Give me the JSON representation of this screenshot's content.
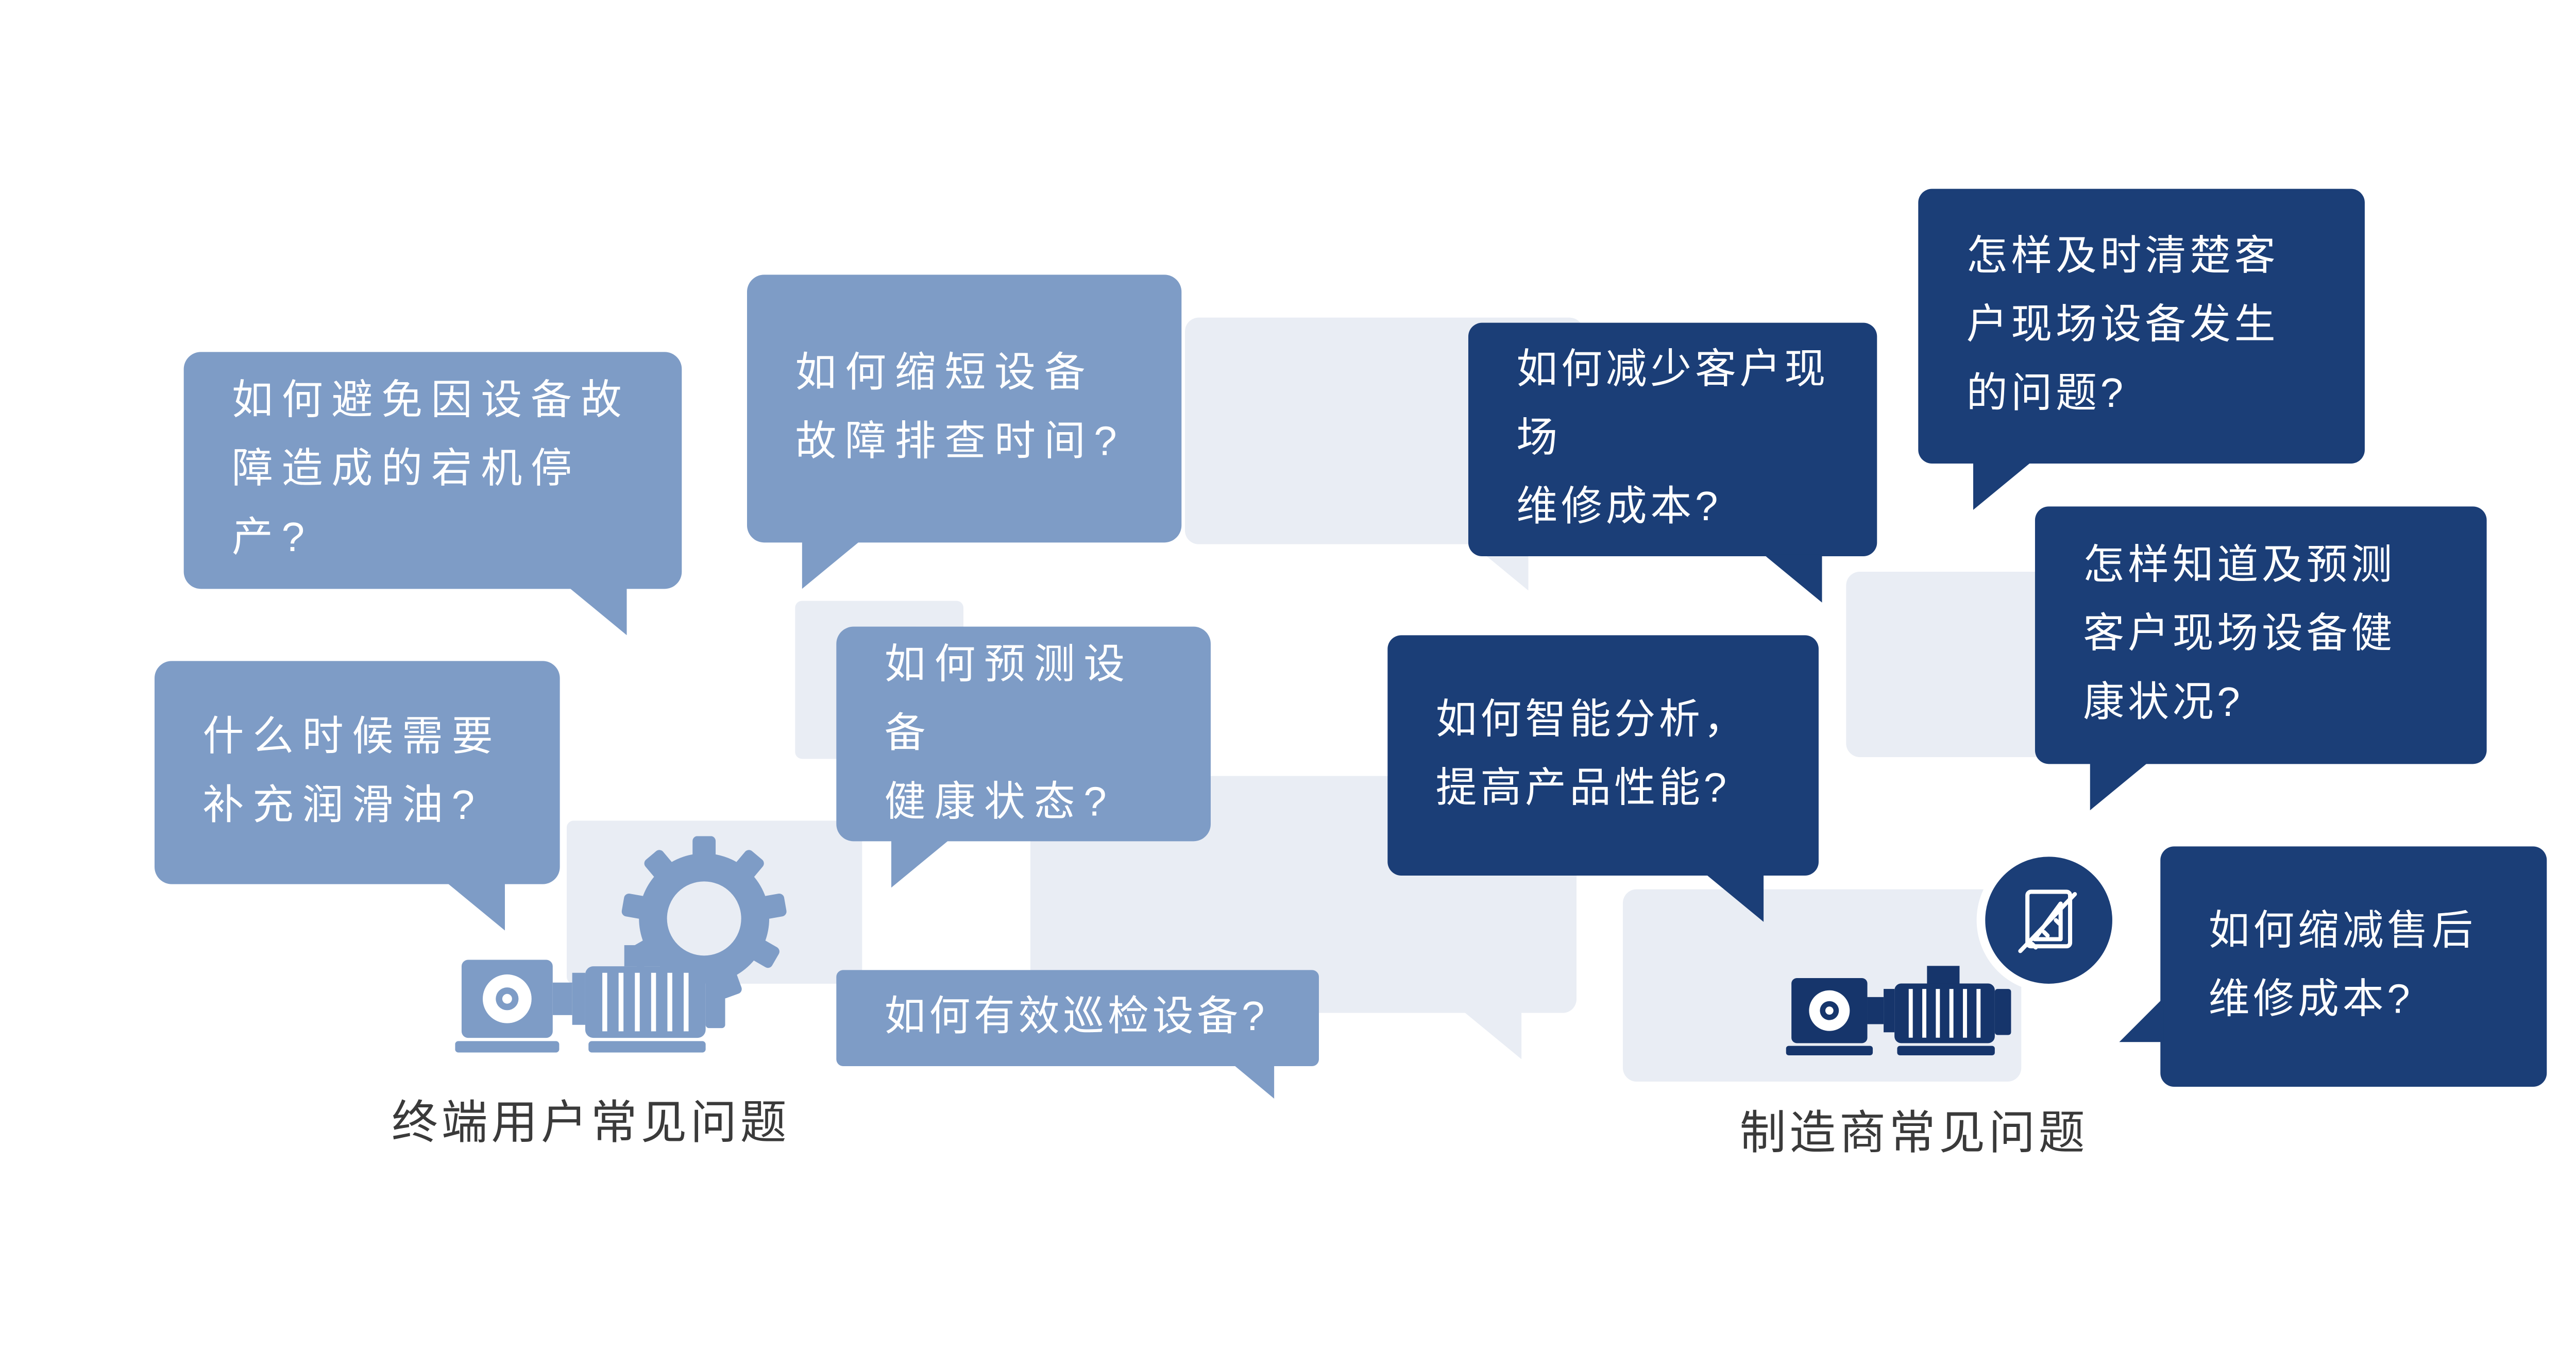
{
  "palette": {
    "light": "#7e9cc6",
    "dark": "#1b3e77",
    "ghost": "#e9edf4",
    "label": "#3a3a3a"
  },
  "groups": {
    "end_user": {
      "label": "终端用户常见问题",
      "questions": [
        "如何避免因设备故\n障造成的宕机停产?",
        "如何缩短设备\n故障排查时间?",
        "什么时候需要\n补充润滑油?",
        "如何预测设备\n健康状态?",
        "如何有效巡检设备?"
      ]
    },
    "manufacturer": {
      "label": "制造商常见问题",
      "questions": [
        "如何减少客户现场\n维修成本?",
        "怎样及时清楚客\n户现场设备发生\n的问题?",
        "怎样知道及预测\n客户现场设备健\n康状况?",
        "如何智能分析，\n提高产品性能?",
        "如何缩减售后\n维修成本?"
      ]
    }
  },
  "icons": {
    "gear": "gear-icon",
    "end_user_machine": "gearmotor-icon",
    "manufacturer_machine": "gearmotor-icon",
    "blueprint": "blueprint-icon"
  }
}
